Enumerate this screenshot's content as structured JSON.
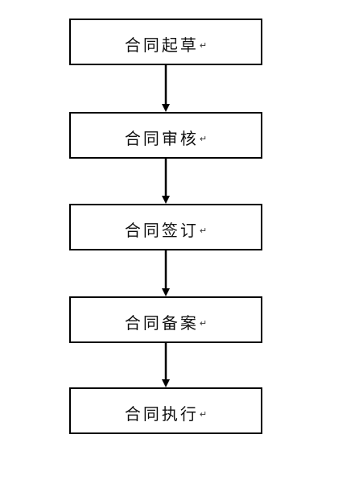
{
  "flow": {
    "steps": [
      {
        "label": "合同起草"
      },
      {
        "label": "合同审核"
      },
      {
        "label": "合同签订"
      },
      {
        "label": "合同备案"
      },
      {
        "label": "合同执行"
      }
    ],
    "paragraph_mark": "↵"
  },
  "colors": {
    "border": "#000000",
    "text": "#111111",
    "background": "#ffffff"
  }
}
